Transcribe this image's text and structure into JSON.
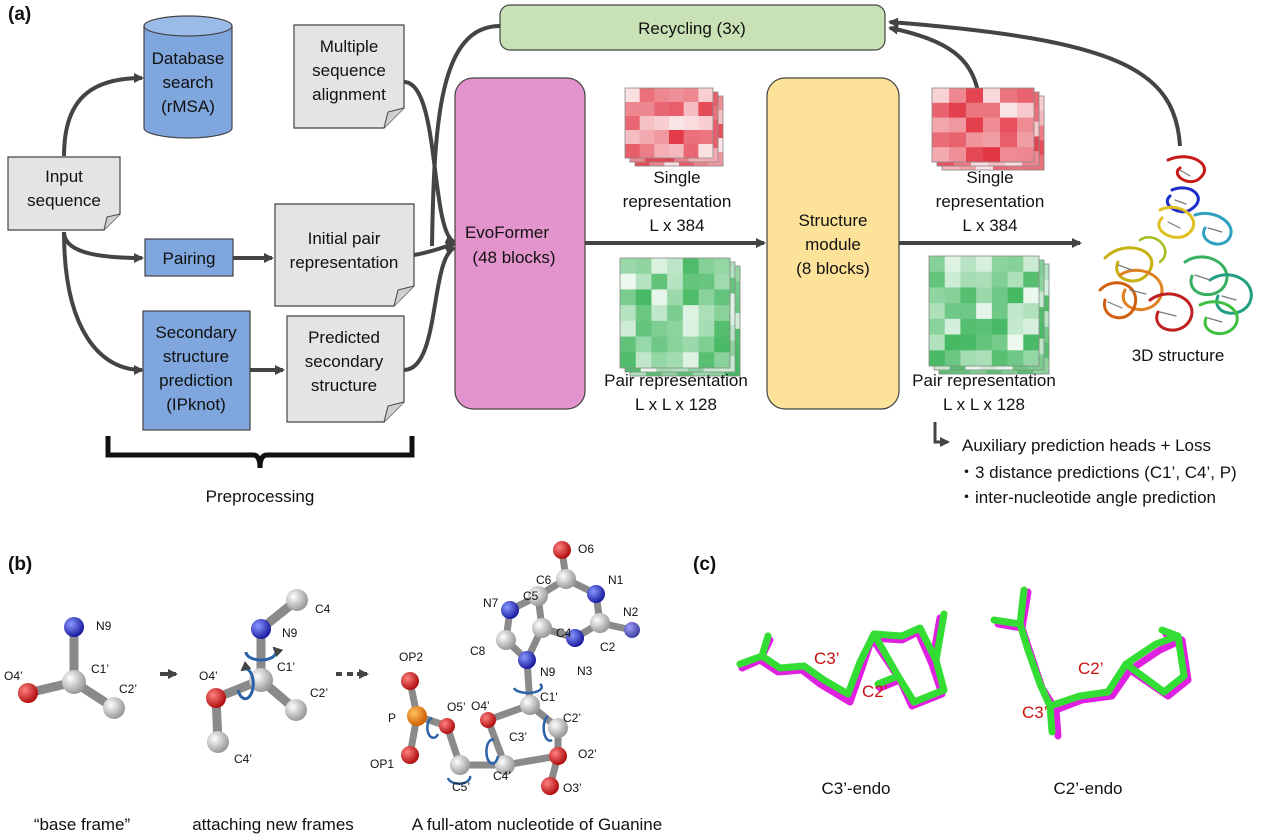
{
  "panels": {
    "a": "(a)",
    "b": "(b)",
    "c": "(c)"
  },
  "inputs": {
    "input": [
      "Input",
      "sequence"
    ]
  },
  "boxes": {
    "db": [
      "Database",
      "search",
      "(rMSA)"
    ],
    "msa": [
      "Multiple",
      "sequence",
      "alignment"
    ],
    "pairing": "Pairing",
    "init_pair": [
      "Initial pair",
      "representation"
    ],
    "ss_pred": [
      "Secondary",
      "structure",
      "prediction",
      "(IPknot)"
    ],
    "pred_ss": [
      "Predicted",
      "secondary",
      "structure"
    ],
    "recycling": "Recycling (3x)",
    "evoformer": [
      "EvoFormer",
      "(48 blocks)"
    ],
    "structure": [
      "Structure",
      "module",
      "(8 blocks)"
    ],
    "preprocessing": "Preprocessing"
  },
  "representations": {
    "single1": [
      "Single",
      "representation",
      "L x 384"
    ],
    "pair1": [
      "Pair representation",
      "L x L x 128"
    ],
    "single2": [
      "Single",
      "representation",
      "L x 384"
    ],
    "pair2": [
      "Pair representation",
      "L x L x 128"
    ],
    "structure3d": "3D structure"
  },
  "aux": {
    "title": "Auxiliary prediction heads + Loss",
    "items": [
      "・3 distance predictions (C1’, C4’, P)",
      "・inter-nucleotide angle prediction"
    ]
  },
  "panel_b": {
    "captions": [
      "“base frame”",
      "attaching new frames",
      "A full-atom nucleotide of Guanine"
    ],
    "frame1": {
      "N9": "N9",
      "O4": "O4’",
      "C1": "C1’",
      "C2": "C2’"
    },
    "frame2": {
      "C4": "C4",
      "N9": "N9",
      "O4": "O4’",
      "C1": "C1’",
      "C2": "C2’",
      "C4b": "C4’"
    },
    "nucleotide": {
      "O6": "O6",
      "C6": "C6",
      "N1": "N1",
      "N7": "N7",
      "C5": "C5",
      "N2": "N2",
      "C4": "C4",
      "C2": "C2",
      "C8": "C8",
      "N9": "N9",
      "N3": "N3",
      "OP2": "OP2",
      "C1p": "C1'",
      "P": "P",
      "O5p": "O5’",
      "O4p": "O4’",
      "C2p": "C2’",
      "C3p": "C3’",
      "O2p": "O2’",
      "OP1": "OP1",
      "C5p": "C5’",
      "C4p": "C4’",
      "O3p": "O3’"
    }
  },
  "panel_c": {
    "left_labels": [
      "C3’",
      "C2’"
    ],
    "right_labels": [
      "C2’",
      "C3’"
    ],
    "captions": [
      "C3’-endo",
      "C2’-endo"
    ]
  },
  "colors": {
    "blue_box": "#7fa6dd",
    "gray_box": "#e4e4e4",
    "green_box": "#c9e2b5",
    "pink_box": "#e494cc",
    "yellow_box": "#fde29a",
    "arrow": "#444444",
    "label_red": "#cc1111",
    "magenta": "#e020e0",
    "green_struct": "#33dd33"
  }
}
